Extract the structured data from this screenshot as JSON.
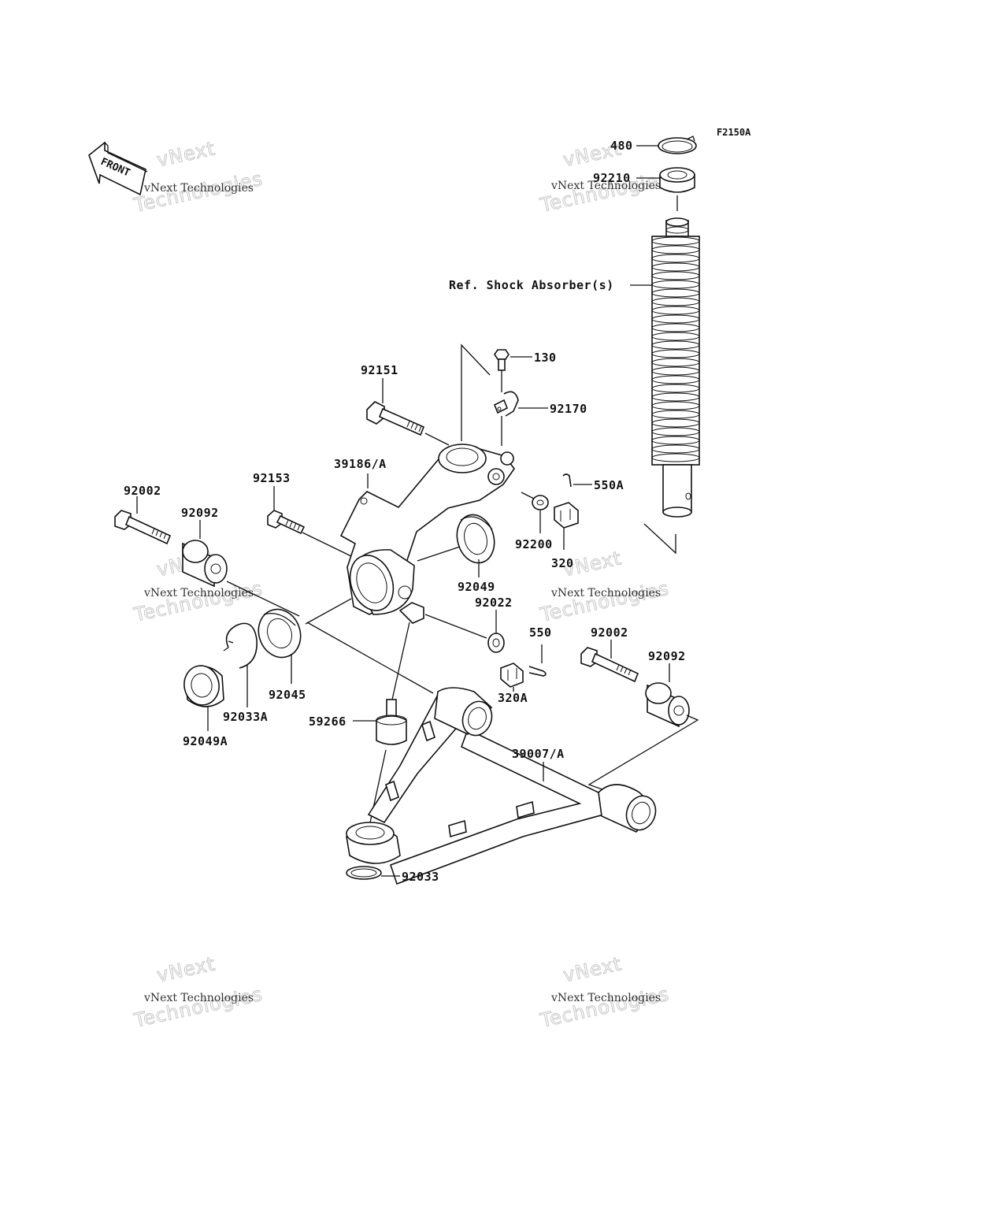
{
  "figure_code": "F2150A",
  "front_label": "FRONT",
  "ref_label": "Ref. Shock Absorber(s)",
  "watermark": {
    "line1": "vNext Technologies",
    "line2": "vNext",
    "line3": "Technologies"
  },
  "parts": {
    "p480": "480",
    "p92210": "92210",
    "p130": "130",
    "p92151": "92151",
    "p92170": "92170",
    "p39186A": "39186/A",
    "p550A": "550A",
    "p92153": "92153",
    "p92002_left": "92002",
    "p92092_left": "92092",
    "p92200": "92200",
    "p320": "320",
    "p92049": "92049",
    "p92022": "92022",
    "p550": "550",
    "p92002_right": "92002",
    "p92092_right": "92092",
    "p92045": "92045",
    "p92033A": "92033A",
    "p320A": "320A",
    "p92049A": "92049A",
    "p59266": "59266",
    "p39007A": "39007/A",
    "p92033": "92033"
  }
}
